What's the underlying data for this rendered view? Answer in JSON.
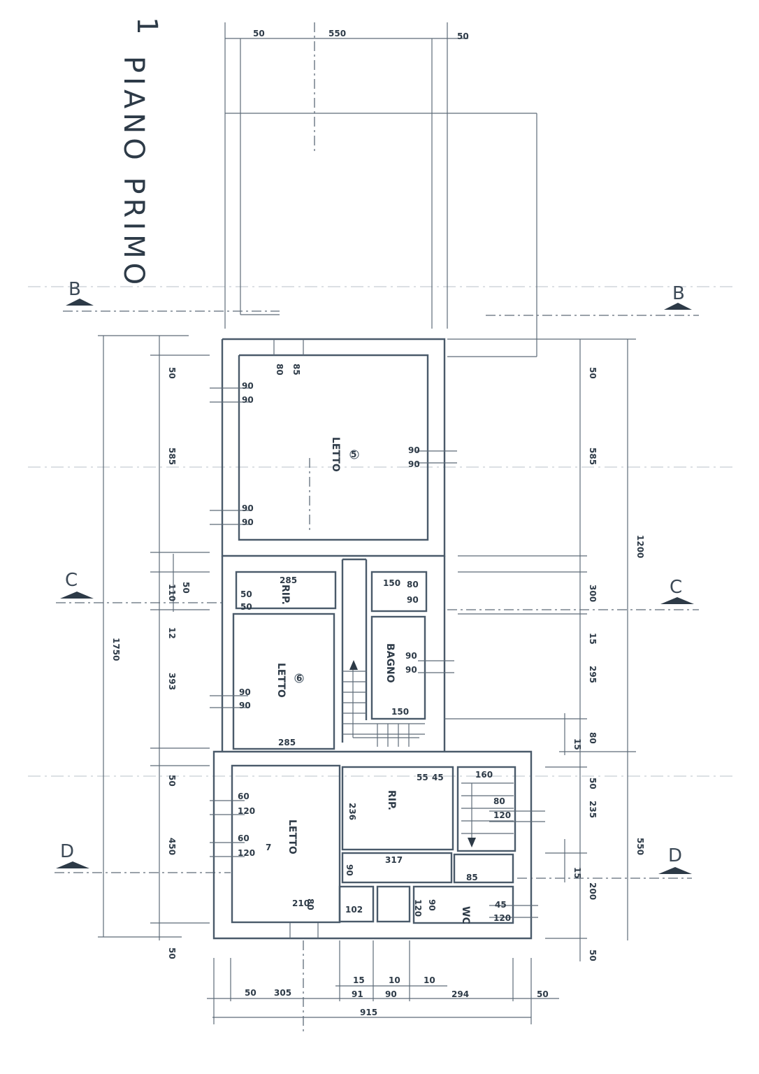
{
  "title": "PIANO PRIMO",
  "title_number": "1",
  "sections": {
    "b": "B",
    "c": "C",
    "d": "D"
  },
  "rooms": {
    "letto5": {
      "name": "LETTO",
      "number": "5"
    },
    "letto6": {
      "name": "LETTO",
      "number": "6"
    },
    "letto7": {
      "name": "LETTO",
      "number": "7"
    },
    "rip_upper": "RIP.",
    "rip_lower": "RIP.",
    "bagno": "BAGNO",
    "wc": "WC"
  },
  "dims": {
    "top_50a": "50",
    "top_550": "550",
    "top_50b": "50",
    "left_1750": "1750",
    "left_50a": "50",
    "left_585": "585",
    "left_50b": "50",
    "left_110": "110",
    "left_12": "12",
    "left_393": "393",
    "left_50c": "50",
    "left_450": "450",
    "left_50d": "50",
    "right_1200": "1200",
    "right_50a": "50",
    "right_585": "585",
    "right_300": "300",
    "right_15a": "15",
    "right_295": "295",
    "right_80": "80",
    "right_15b": "15",
    "right_550": "550",
    "right_50b": "50",
    "right_235": "235",
    "right_15c": "15",
    "right_200": "200",
    "right_50c": "50",
    "bot_50a": "50",
    "bot_305": "305",
    "bot_15": "15",
    "bot_91": "91",
    "bot_10a": "10",
    "bot_90": "90",
    "bot_10b": "10",
    "bot_294": "294",
    "bot_50b": "50",
    "bot_915": "915",
    "l5_85": "85",
    "l5_80": "80",
    "l5_90a": "90",
    "l5_90b": "90",
    "l5_90c": "90",
    "l5_90d": "90",
    "l5_90e": "90",
    "l5_90f": "90",
    "rip_285": "285",
    "rip_50a": "50",
    "rip_50b": "50",
    "hall_150": "150",
    "hall_80": "80",
    "hall_90": "90",
    "bagno_90a": "90",
    "bagno_90b": "90",
    "bagno_150": "150",
    "l6_90a": "90",
    "l6_90b": "90",
    "l6_285": "285",
    "l7_60a": "60",
    "l7_120a": "120",
    "l7_60b": "60",
    "l7_120b": "120",
    "l7_80": "80",
    "l7_210": "210",
    "rip2_55": "55",
    "rip2_45": "45",
    "rip2_236": "236",
    "st_160": "160",
    "st_80": "80",
    "st_120": "120",
    "c_317": "317",
    "c_90": "90",
    "c_85": "85",
    "c_102": "102",
    "wc_120a": "120",
    "wc_90": "90",
    "wc_45": "45",
    "wc_120b": "120"
  }
}
